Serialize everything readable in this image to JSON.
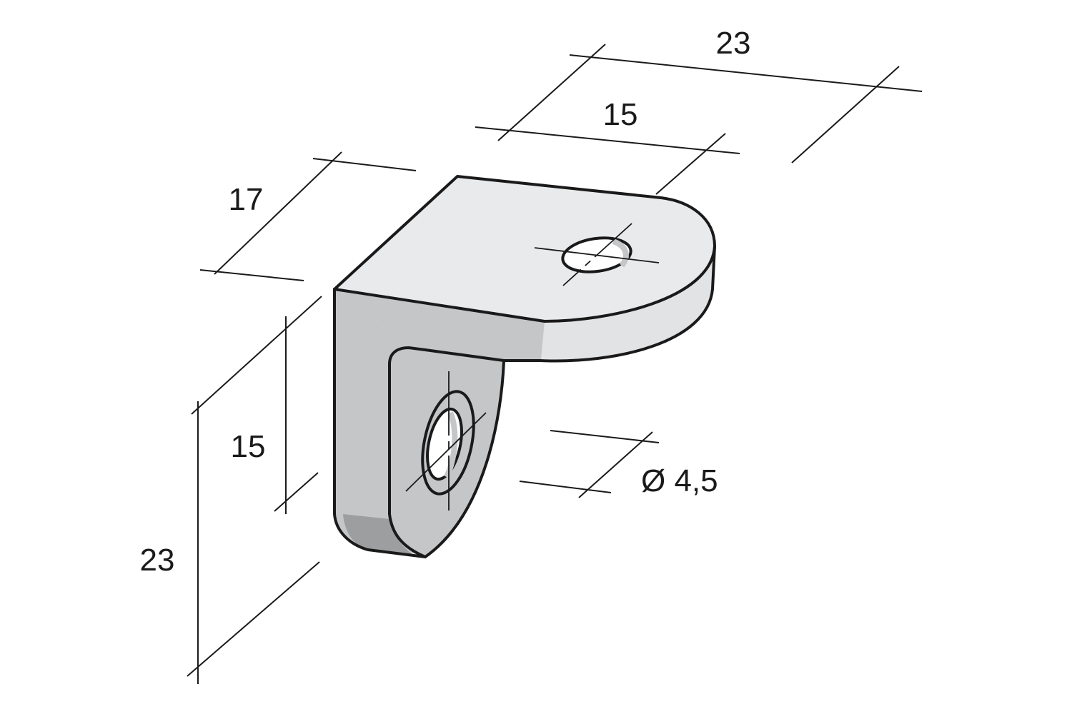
{
  "dimensions": {
    "overall_width": "23",
    "hole_offset_top": "15",
    "depth": "17",
    "hole_offset_side": "15",
    "overall_height": "23",
    "hole_diameter": "Ø 4,5"
  },
  "colors": {
    "top_face": "#e9eaeb",
    "top_rim": "#e2e3e4",
    "leg_front": "#c4c6c8",
    "leg_side": "#bdbfc1",
    "leg_bottom": "#9c9ea0",
    "hole_inner": "#ffffff",
    "line": "#1a1a1a"
  }
}
